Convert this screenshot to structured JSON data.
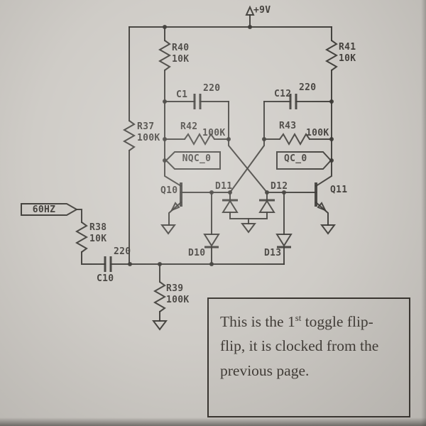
{
  "colors": {
    "paper": "#cfccc7",
    "ink": "#3a3733",
    "note_ink": "#413c37"
  },
  "power": {
    "label": "+9V"
  },
  "components": {
    "r40": {
      "name": "R40",
      "value": "10K"
    },
    "r41": {
      "name": "R41",
      "value": "10K"
    },
    "r37": {
      "name": "R37",
      "value": "100K"
    },
    "r42": {
      "name": "R42",
      "value": "100K"
    },
    "r43": {
      "name": "R43",
      "value": "100K"
    },
    "r38": {
      "name": "R38",
      "value": "10K"
    },
    "r39": {
      "name": "R39",
      "value": "100K"
    },
    "c1": {
      "name": "C1",
      "value": "220"
    },
    "c10": {
      "name": "C10",
      "value": "220"
    },
    "c12": {
      "name": "C12",
      "value": "220"
    },
    "q10": {
      "name": "Q10"
    },
    "q11": {
      "name": "Q11"
    },
    "d10": {
      "name": "D10"
    },
    "d11": {
      "name": "D11"
    },
    "d12": {
      "name": "D12"
    },
    "d13": {
      "name": "D13"
    }
  },
  "nets": {
    "nqc": "NQC_0",
    "qc": "QC_0",
    "input": "60HZ"
  },
  "note": {
    "l1a": "This is the 1",
    "l1sup": "st",
    "l1b": " toggle flip-",
    "l2": "flip, it is clocked from the",
    "l3": "previous page."
  }
}
